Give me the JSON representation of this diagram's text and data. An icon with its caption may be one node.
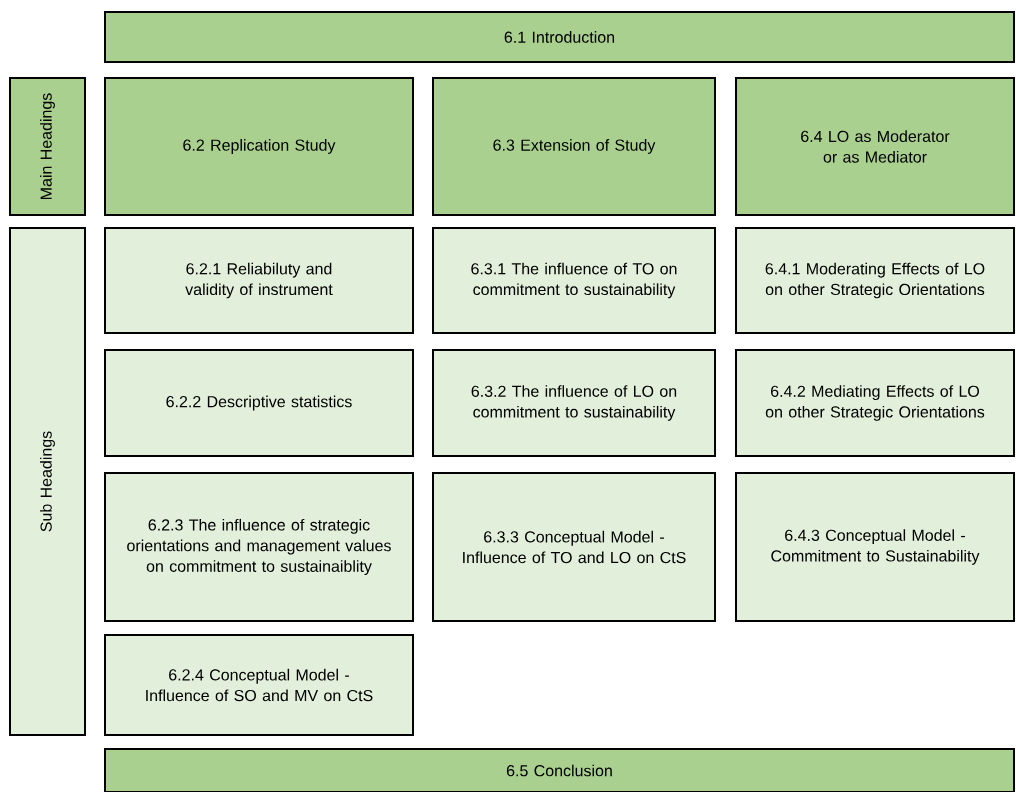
{
  "diagram": {
    "nodes": [
      {
        "text": [
          "6.1 Introduction"
        ]
      },
      {
        "text": [
          "Main Headings"
        ]
      },
      {
        "text": [
          "6.2 Replication Study"
        ]
      },
      {
        "text": [
          "6.3 Extension of Study"
        ]
      },
      {
        "text": [
          "6.4 LO as Moderator or as Mediator"
        ]
      },
      {
        "text": [
          "Sub Headings"
        ]
      },
      {
        "text": [
          "6.2.1 Reliabiluty and validity of instrument"
        ]
      },
      {
        "text": [
          "6.3.1 The influence of TO on commitment to sustainability"
        ]
      },
      {
        "text": [
          "6.4.1 Moderating Effects of LO on other Strategic Orientations"
        ]
      },
      {
        "text": [
          "6.2.2 Descriptive statistics"
        ]
      },
      {
        "text": [
          "6.3.2 The influence of LO on commitment to sustainability"
        ]
      },
      {
        "text": [
          "6.4.2 Mediating Effects of LO on other Strategic Orientations"
        ]
      },
      {
        "text": [
          "6.2.3 The influence of strategic orientations and management values on commitment to sustainaiblity"
        ]
      },
      {
        "text": [
          "6.3.3 Conceptual Model - Influence of TO and LO on CtS"
        ]
      },
      {
        "text": [
          "6.4.3 Conceptual Model - Commitment to Sustainability"
        ]
      },
      {
        "text": [
          "6.2.4 Conceptual Model - Influence of SO and MV on CtS"
        ]
      },
      {
        "text": [
          "6.5 Conclusion"
        ]
      }
    ]
  }
}
